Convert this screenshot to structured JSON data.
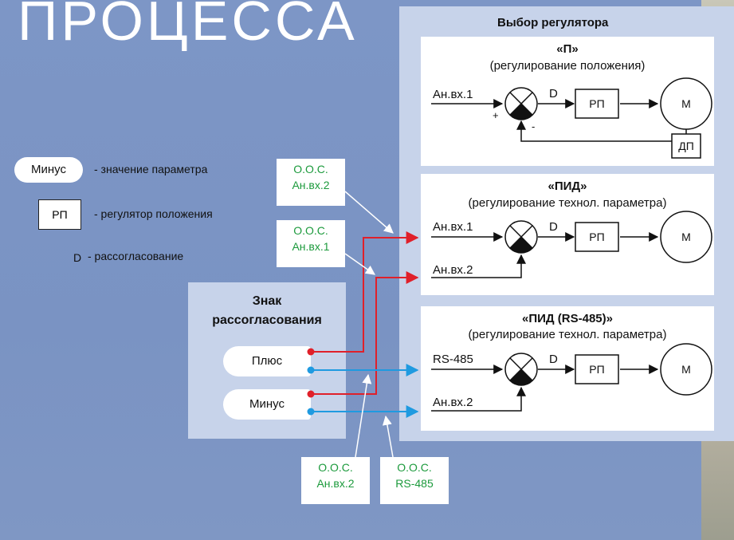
{
  "page_title": "ПРОЦЕССА",
  "legend": {
    "pill_label": "Минус",
    "pill_desc": "- значение параметра",
    "box_label": "РП",
    "box_desc": "- регулятор положения",
    "d_symbol": "D",
    "d_desc": "- рассогласование"
  },
  "sign_panel": {
    "title_line1": "Знак",
    "title_line2": "рассогласования",
    "plus_label": "Плюс",
    "minus_label": "Минус"
  },
  "feedback_labels": {
    "top1": {
      "line1": "О.О.С.",
      "line2": "Ан.вх.2"
    },
    "top2": {
      "line1": "О.О.С.",
      "line2": "Ан.вх.1"
    },
    "bottom1": {
      "line1": "О.О.С.",
      "line2": "Ан.вх.2"
    },
    "bottom2": {
      "line1": "О.О.С.",
      "line2": "RS-485"
    }
  },
  "regulator_panel": {
    "title": "Выбор регулятора",
    "p_mode": {
      "title": "«П»",
      "subtitle": "(регулирование положения)",
      "input": "Ан.вх.1",
      "d": "D",
      "rp": "РП",
      "motor": "М",
      "sensor": "ДП",
      "plus": "+",
      "minus": "-"
    },
    "pid_mode": {
      "title": "«ПИД»",
      "subtitle": "(регулирование технол. параметра)",
      "input1": "Ан.вх.1",
      "input2": "Ан.вх.2",
      "d": "D",
      "rp": "РП",
      "motor": "М"
    },
    "pid_rs485_mode": {
      "title": "«ПИД (RS-485)»",
      "subtitle": "(регулирование технол. параметра)",
      "input1": "RS-485",
      "input2": "Ан.вх.2",
      "d": "D",
      "rp": "РП",
      "motor": "М"
    }
  },
  "colors": {
    "background": "#7d96c6",
    "panel": "#c7d3ea",
    "feedback_text": "#1c9a3c",
    "plus_line": "#e0202a",
    "minus_line": "#1f9ae0"
  }
}
